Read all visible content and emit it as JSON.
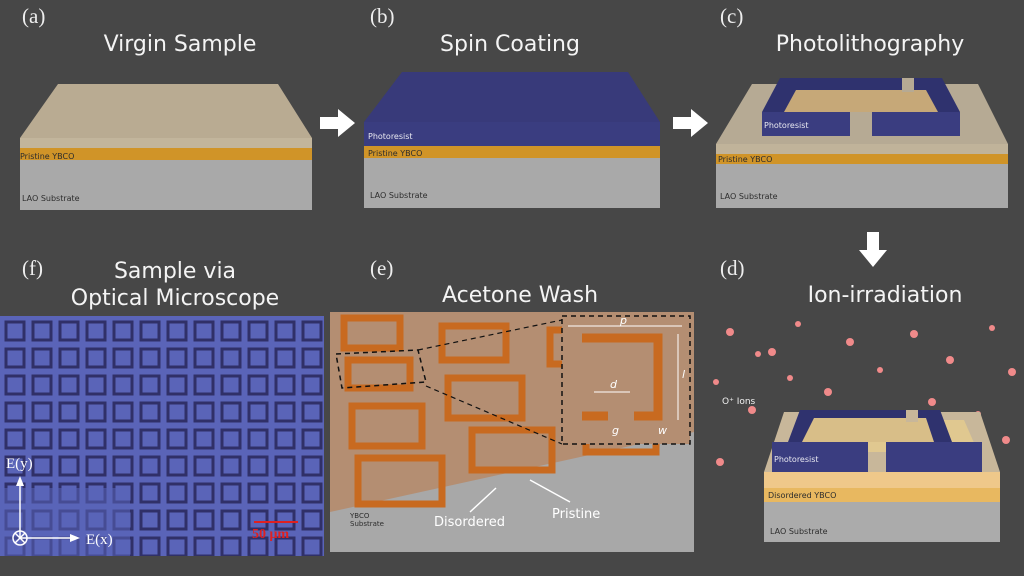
{
  "panels": {
    "a": {
      "label": "(a)",
      "title": "Virgin Sample",
      "layer_ybco": "Pristine YBCO",
      "layer_substrate": "LAO Substrate"
    },
    "b": {
      "label": "(b)",
      "title": "Spin Coating",
      "layer_resist": "Photoresist",
      "layer_ybco": "Pristine YBCO",
      "layer_substrate": "LAO Substrate"
    },
    "c": {
      "label": "(c)",
      "title": "Photolithography",
      "layer_resist": "Photoresist",
      "layer_ybco": "Pristine YBCO",
      "layer_substrate": "LAO Substrate"
    },
    "d": {
      "label": "(d)",
      "title": "Ion-irradiation",
      "ions_label": "O⁺ Ions",
      "layer_resist": "Photoresist",
      "layer_ybco": "Disordered YBCO",
      "layer_substrate": "LAO Substrate"
    },
    "e": {
      "label": "(e)",
      "title": "Acetone Wash",
      "substrate_label_1": "YBCO",
      "substrate_label_2": "Substrate",
      "disordered": "Disordered",
      "pristine": "Pristine",
      "dims": {
        "p": "p",
        "l": "l",
        "d": "d",
        "g": "g",
        "w": "w"
      }
    },
    "f": {
      "label": "(f)",
      "title_line1": "Sample via",
      "title_line2": "Optical Microscope",
      "axis_y": "E(y)",
      "axis_x": "E(x)",
      "scale_bar": "50 μm"
    }
  },
  "colors": {
    "background": "#474747",
    "ybco": "#e0a030",
    "photoresist": "#3c3f82",
    "substrate": "#c8c8c8",
    "ions": "#f08a8a",
    "microscope": "#5a64b8",
    "srr_dark": "#303068",
    "srr_orange": "#c86a20",
    "scale": "#e02020"
  },
  "icons": [
    "arrow-right-icon",
    "arrow-down-icon",
    "cross-circle-icon"
  ]
}
